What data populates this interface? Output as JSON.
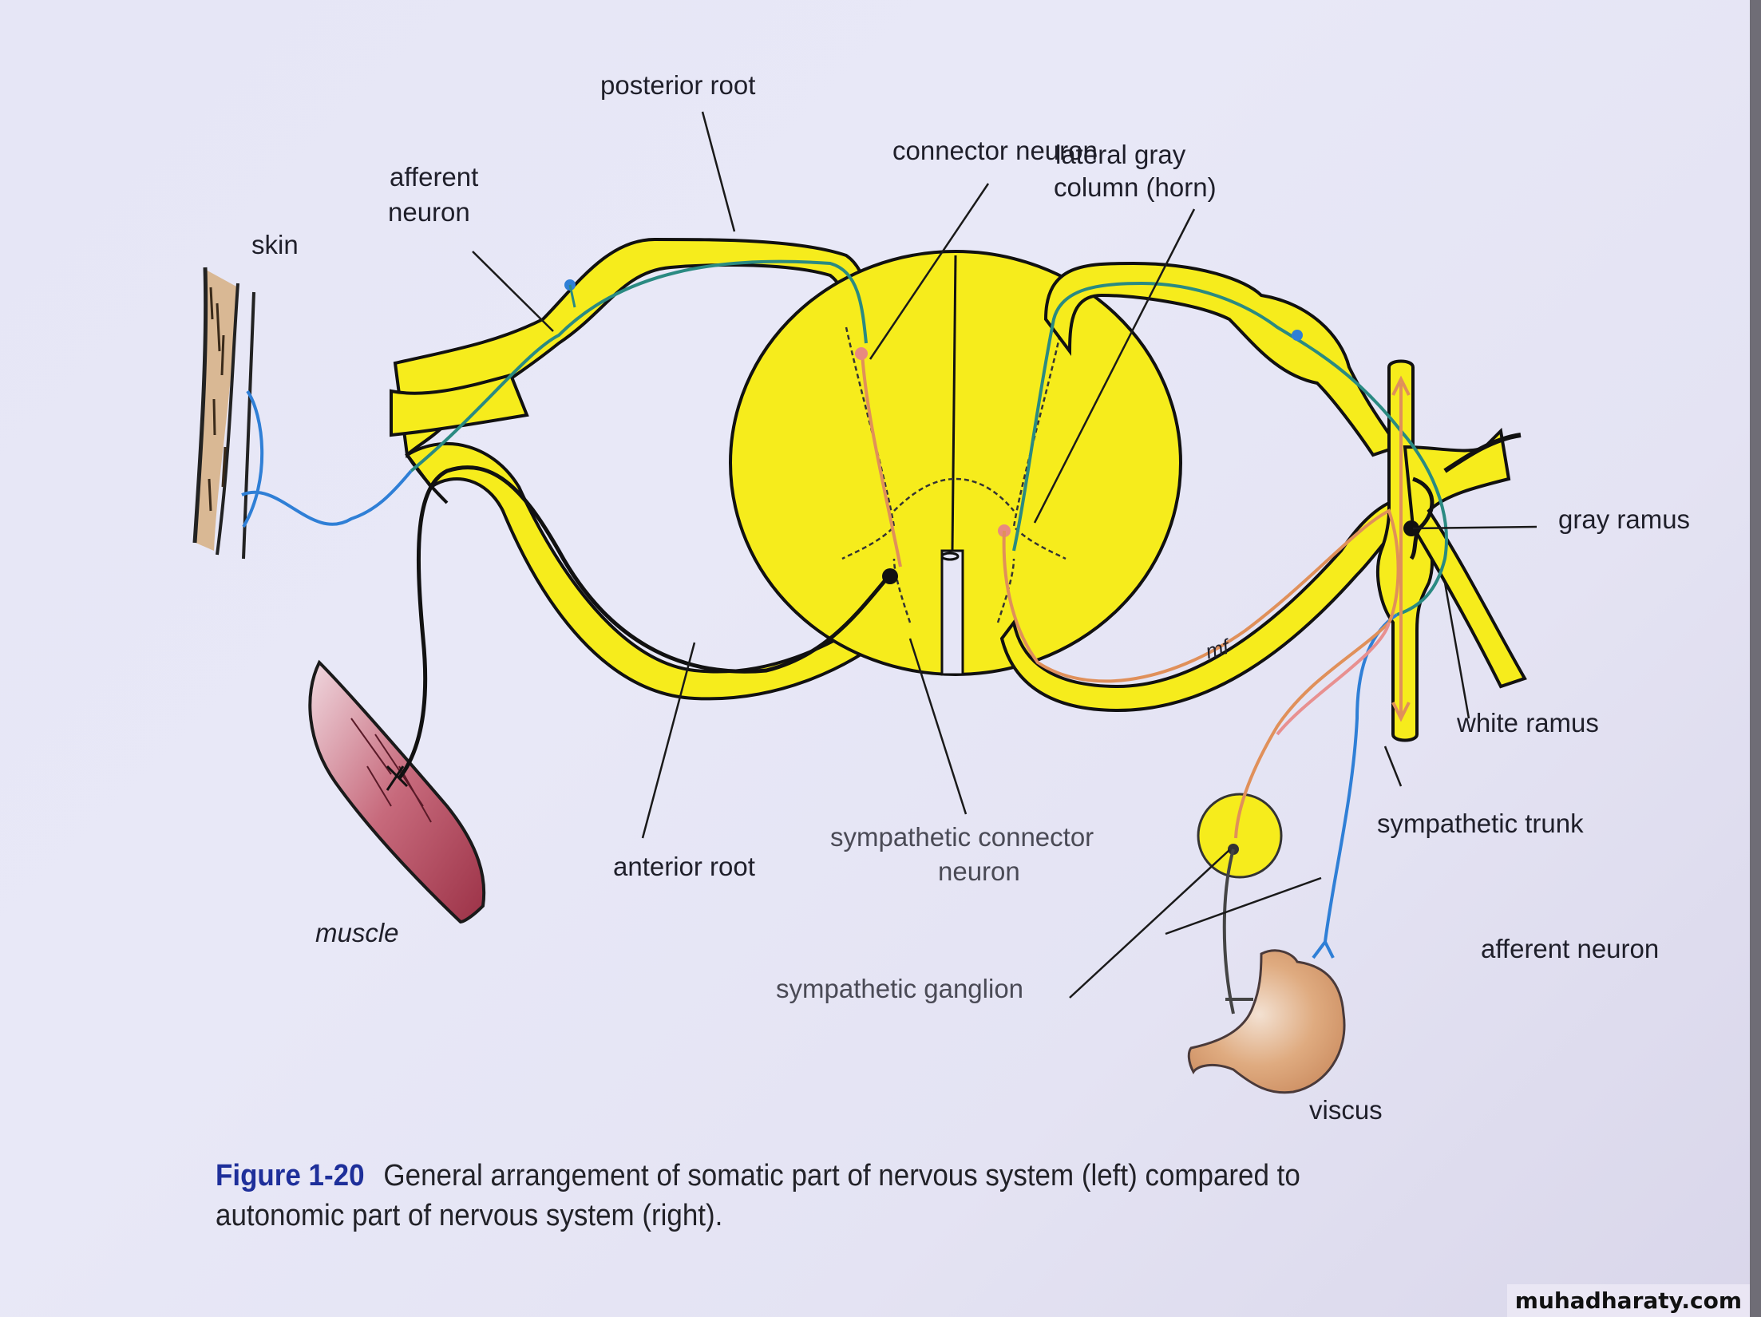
{
  "figure": {
    "number": "Figure 1-20",
    "caption": "General arrangement of somatic part of nervous system (left) compared to autonomic part of nervous system (right).",
    "caption_line1": "General arrangement of somatic part of nervous system (left) compared to",
    "caption_line2": "autonomic part of nervous system (right)."
  },
  "labels": {
    "posterior_root": "posterior root",
    "afferent_neuron_l1": "afferent",
    "afferent_neuron_l2": "neuron",
    "skin": "skin",
    "connector_neuron": "connector neuron",
    "lateral_gray_l1": "lateral gray",
    "lateral_gray_l2": "column (horn)",
    "gray_ramus": "gray ramus",
    "white_ramus": "white ramus",
    "sympathetic_trunk": "sympathetic trunk",
    "afferent_neuron_right": "afferent neuron",
    "sympathetic_connector_l1": "sympathetic connector",
    "sympathetic_connector_l2": "neuron",
    "sympathetic_ganglion": "sympathetic ganglion",
    "anterior_root": "anterior root",
    "muscle": "muscle",
    "viscus": "viscus",
    "artist_initials": "mf"
  },
  "colors": {
    "nerve_yellow": "#f6ec1c",
    "afferent_blue": "#2f7fd6",
    "afferent_teal": "#2a8a82",
    "efferent_orange": "#e0905a",
    "efferent_pink": "#e89090",
    "somatic_motor_black": "#111111",
    "skin_tan": "#d9b894",
    "muscle_red": "#b8485a",
    "viscus_tan": "#d9a070",
    "caption_blue": "#1e2f9a"
  },
  "watermark": "muhadharaty.com"
}
